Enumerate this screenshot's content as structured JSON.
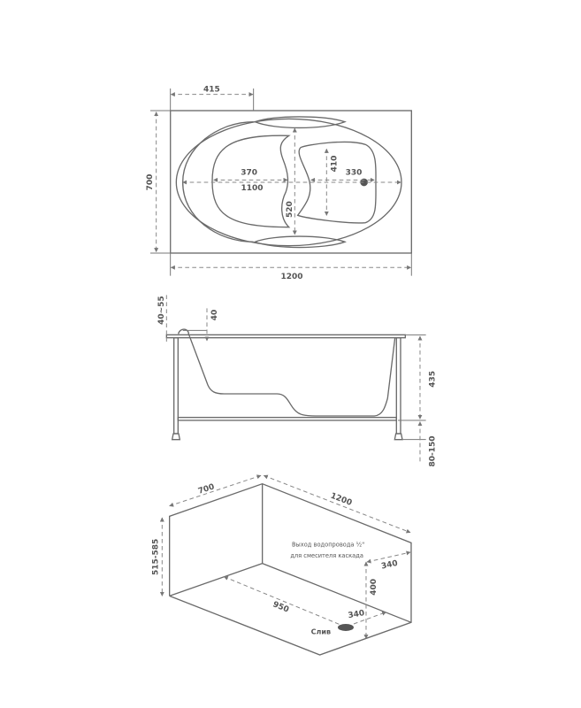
{
  "top_view": {
    "dim_415": "415",
    "dim_700": "700",
    "dim_1200": "1200",
    "dim_370": "370",
    "dim_1100": "1100",
    "dim_330": "330",
    "dim_410": "410",
    "dim_520": "520"
  },
  "side_view": {
    "dim_40_55": "40~55",
    "dim_40": "40",
    "dim_435": "435",
    "dim_80_150": "80-150"
  },
  "iso_view": {
    "dim_700": "700",
    "dim_1200": "1200",
    "dim_515_585": "515-585",
    "dim_950": "950",
    "dim_340_drain": "340",
    "dim_340_outlet": "340",
    "dim_400": "400",
    "note_line1": "Выход водопровода ½\"",
    "note_line2": "для смесителя каскада",
    "drain_label": "Слив"
  }
}
